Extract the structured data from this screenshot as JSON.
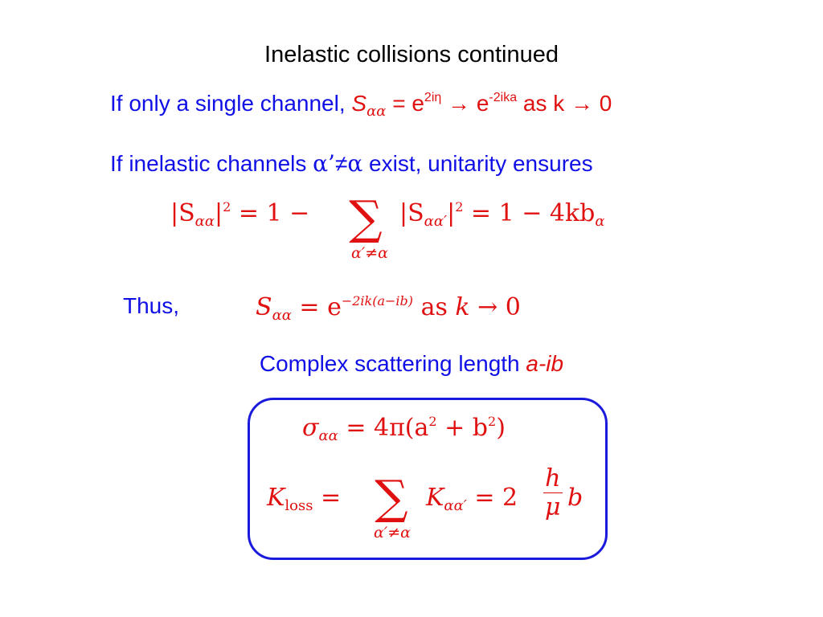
{
  "title": "Inelastic collisions continued",
  "line1": {
    "prefix": "If only a single channel, ",
    "S": "S",
    "S_sub": "αα",
    "eq": " = ",
    "e1": "e",
    "e1_sup": "2iη",
    "arrow1": " → ",
    "e2": "e",
    "e2_sup": "-2ika",
    "as_k": " as k ",
    "arrow2": "→",
    "zero": " 0"
  },
  "line2": {
    "prefix": "If inelastic channels ",
    "alpha_prime": "α’",
    "neq": "≠",
    "alpha": "α",
    "suffix": " exist, unitarity ensures"
  },
  "eq1": {
    "lhs": "|S",
    "lhs_sub": "αα",
    "lhs_close": "|",
    "lhs_sup": "2",
    "mid": " = 1 − ",
    "sum": "∑",
    "sum_under": "α′≠α",
    "term": "|S",
    "term_sub": "αα′",
    "term_close": "|",
    "term_sup": "2",
    "rhs": " = 1 − 4kb",
    "rhs_sub": "α"
  },
  "thus": "Thus,",
  "eq2": {
    "S": "S",
    "S_sub": "αα",
    "eq": " = e",
    "sup": "−2ik(a−ib)",
    "as": " as ",
    "k": "k",
    "arrow": " → 0"
  },
  "complex": {
    "text": "Complex scattering length ",
    "term": "a-ib"
  },
  "box": {
    "sigma_line": {
      "sigma": "σ",
      "sub": "αα",
      "eq": " = 4π(a",
      "sup1": "2",
      "plus": " + b",
      "sup2": "2",
      "close": ")"
    },
    "k_line": {
      "K": "K",
      "K_sub": "loss",
      "eq": " = ",
      "sum": "∑",
      "sum_under": "α′≠α",
      "K2": "K",
      "K2_sub": "αα′",
      "eq2": " = 2",
      "frac_num": "h",
      "frac_den": "μ",
      "b": "b"
    }
  }
}
